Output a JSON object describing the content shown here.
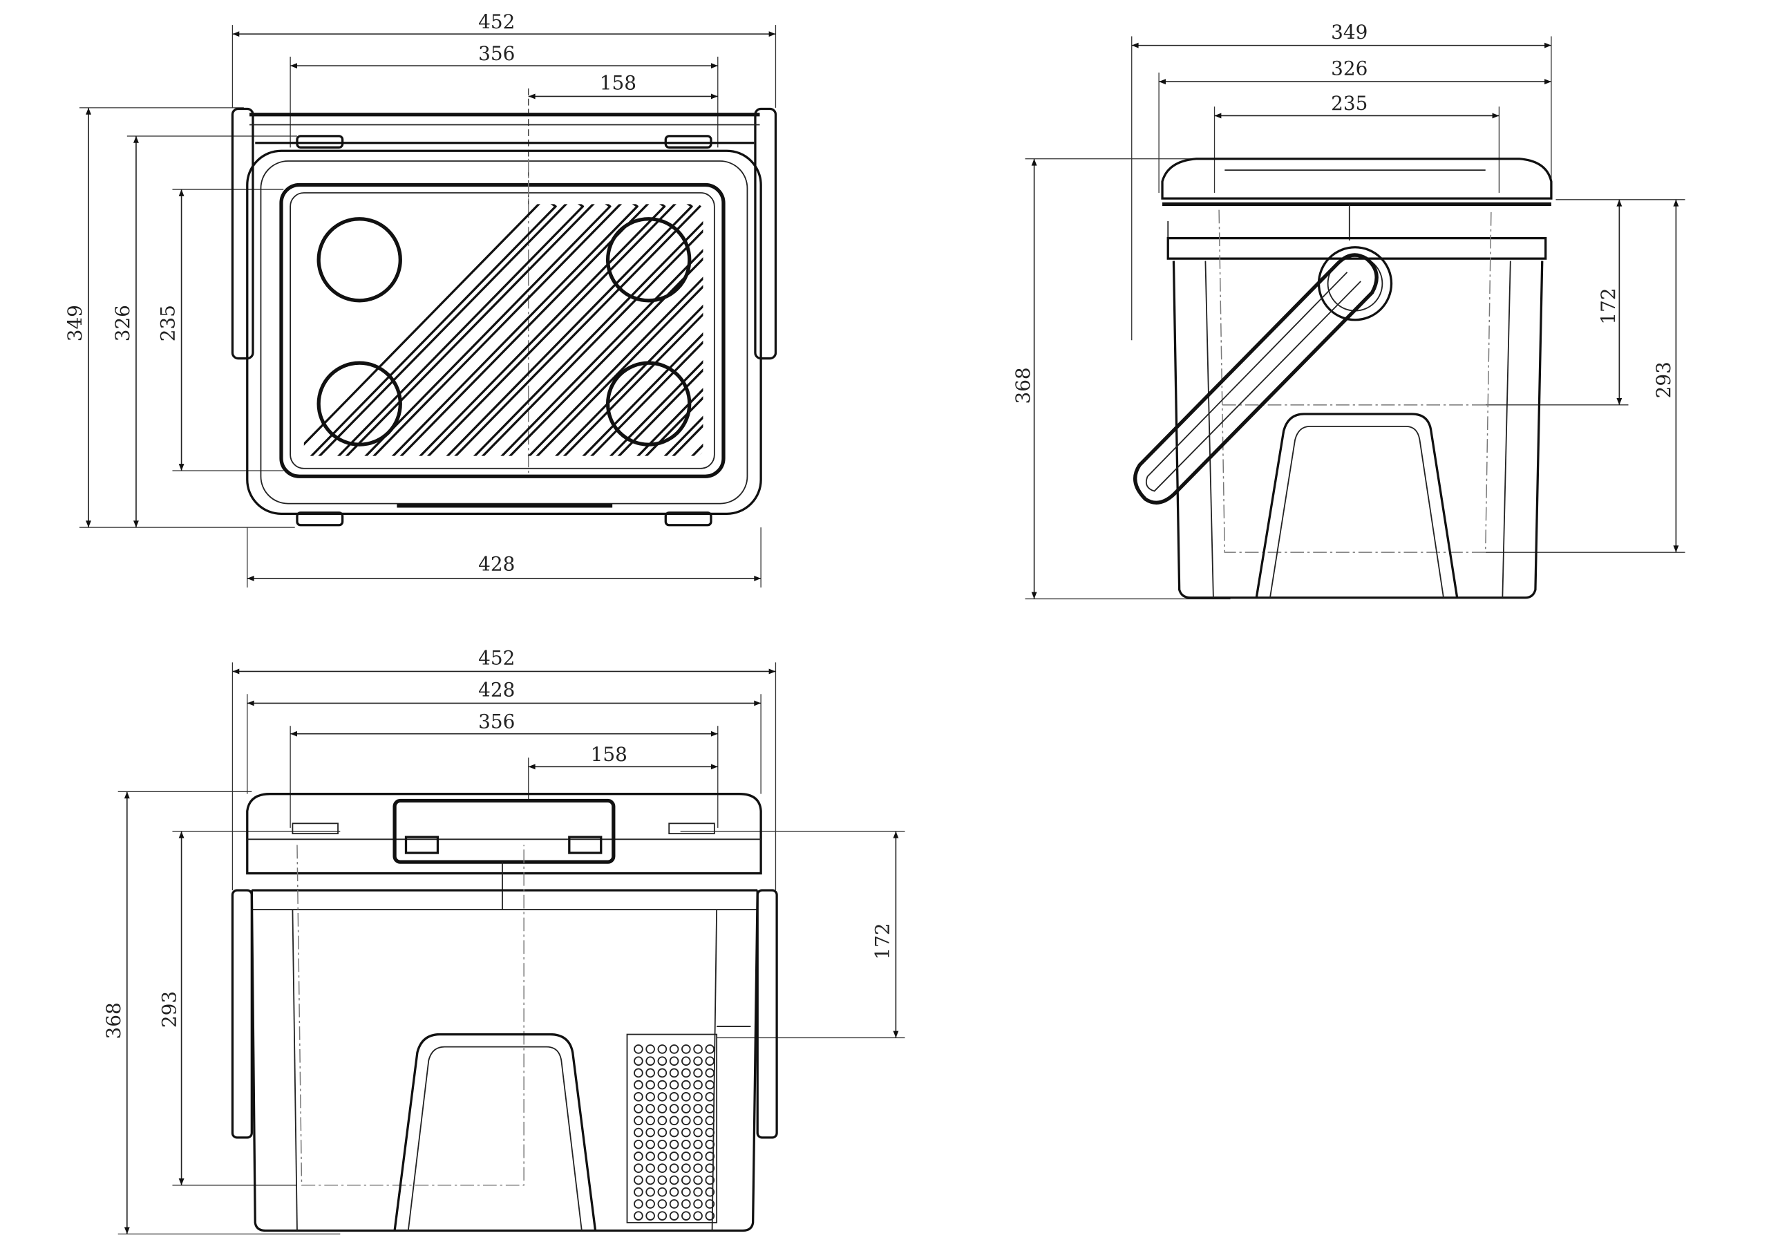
{
  "views": {
    "top": {
      "dims": {
        "overall_width": "452",
        "inner_width": "356",
        "half_offset": "158",
        "bottom_width": "428",
        "overall_depth": "349",
        "lid_depth": "326",
        "panel_depth": "235"
      }
    },
    "side": {
      "dims": {
        "overall_depth": "349",
        "body_depth": "326",
        "inner_depth": "235",
        "overall_height": "368",
        "upper_height": "172",
        "inner_height": "293"
      }
    },
    "front": {
      "dims": {
        "overall_width": "452",
        "body_width": "428",
        "inner_width": "356",
        "half_offset": "158",
        "overall_height": "368",
        "inner_height": "293",
        "upper_height": "172"
      }
    }
  },
  "colors": {
    "line": "#111111",
    "background": "#ffffff"
  }
}
